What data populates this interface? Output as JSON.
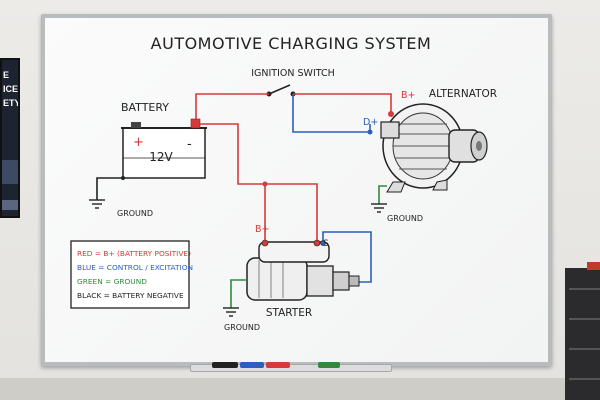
{
  "diagram": {
    "title": "AUTOMOTIVE CHARGING SYSTEM",
    "labels": {
      "ignition_switch": "IGNITION SWITCH",
      "battery": "BATTERY",
      "battery_voltage": "12V",
      "battery_plus": "+",
      "battery_minus": "-",
      "alternator": "ALTERNATOR",
      "alt_bplus": "B+",
      "alt_dplus": "D+",
      "starter": "STARTER",
      "starter_bplus": "B+",
      "starter_s": "S",
      "ground_battery": "GROUND",
      "ground_alternator": "GROUND",
      "ground_starter": "GROUND"
    },
    "legend": [
      {
        "text": "RED = B+ (BATTERY POSITIVE)",
        "color": "#d63a3a"
      },
      {
        "text": "BLUE = CONTROL / EXCITATION",
        "color": "#2c5fbf"
      },
      {
        "text": "GREEN = GROUND",
        "color": "#2e8b3e"
      },
      {
        "text": "BLACK = BATTERY NEGATIVE",
        "color": "#222222"
      }
    ]
  },
  "colors": {
    "red_wire": "#d63a3a",
    "blue_wire": "#2c5fbf",
    "green_wire": "#2e8b3e",
    "black_wire": "#222222"
  },
  "scene": {
    "poster_text": "E\nICE\nETY",
    "markers": [
      "black-marker",
      "blue-marker",
      "red-marker",
      "green-marker"
    ]
  }
}
